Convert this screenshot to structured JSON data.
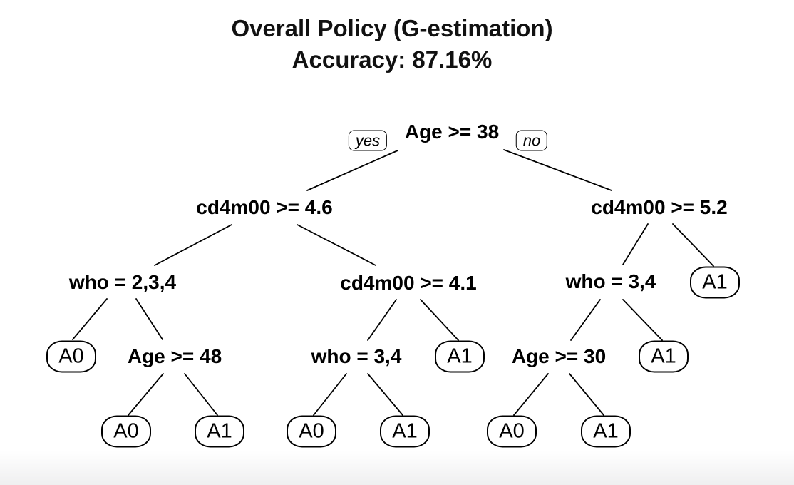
{
  "title": {
    "line1": "Overall Policy (G-estimation)",
    "line2": "Accuracy: 87.16%"
  },
  "root_branch_labels": {
    "yes": "yes",
    "no": "no"
  },
  "colors": {
    "background": "#ffffff",
    "text": "#000000",
    "edge": "#000000",
    "node_border": "#000000"
  },
  "diagram_type": "binary-decision-tree",
  "tree": {
    "label": "Age >= 38",
    "yes": {
      "label": "cd4m00 >= 4.6",
      "yes": {
        "label": "who = 2,3,4",
        "yes": {
          "label": "A0",
          "leaf": true
        },
        "no": {
          "label": "Age >= 48",
          "yes": {
            "label": "A0",
            "leaf": true
          },
          "no": {
            "label": "A1",
            "leaf": true
          }
        }
      },
      "no": {
        "label": "cd4m00 >= 4.1",
        "yes": {
          "label": "who = 3,4",
          "yes": {
            "label": "A0",
            "leaf": true
          },
          "no": {
            "label": "A1",
            "leaf": true
          }
        },
        "no": {
          "label": "A1",
          "leaf": true
        }
      }
    },
    "no": {
      "label": "cd4m00 >= 5.2",
      "yes": {
        "label": "who = 3,4",
        "yes": {
          "label": "Age >= 30",
          "yes": {
            "label": "A0",
            "leaf": true
          },
          "no": {
            "label": "A1",
            "leaf": true
          }
        },
        "no": {
          "label": "A1",
          "leaf": true
        }
      },
      "no": {
        "label": "A1",
        "leaf": true
      }
    }
  }
}
